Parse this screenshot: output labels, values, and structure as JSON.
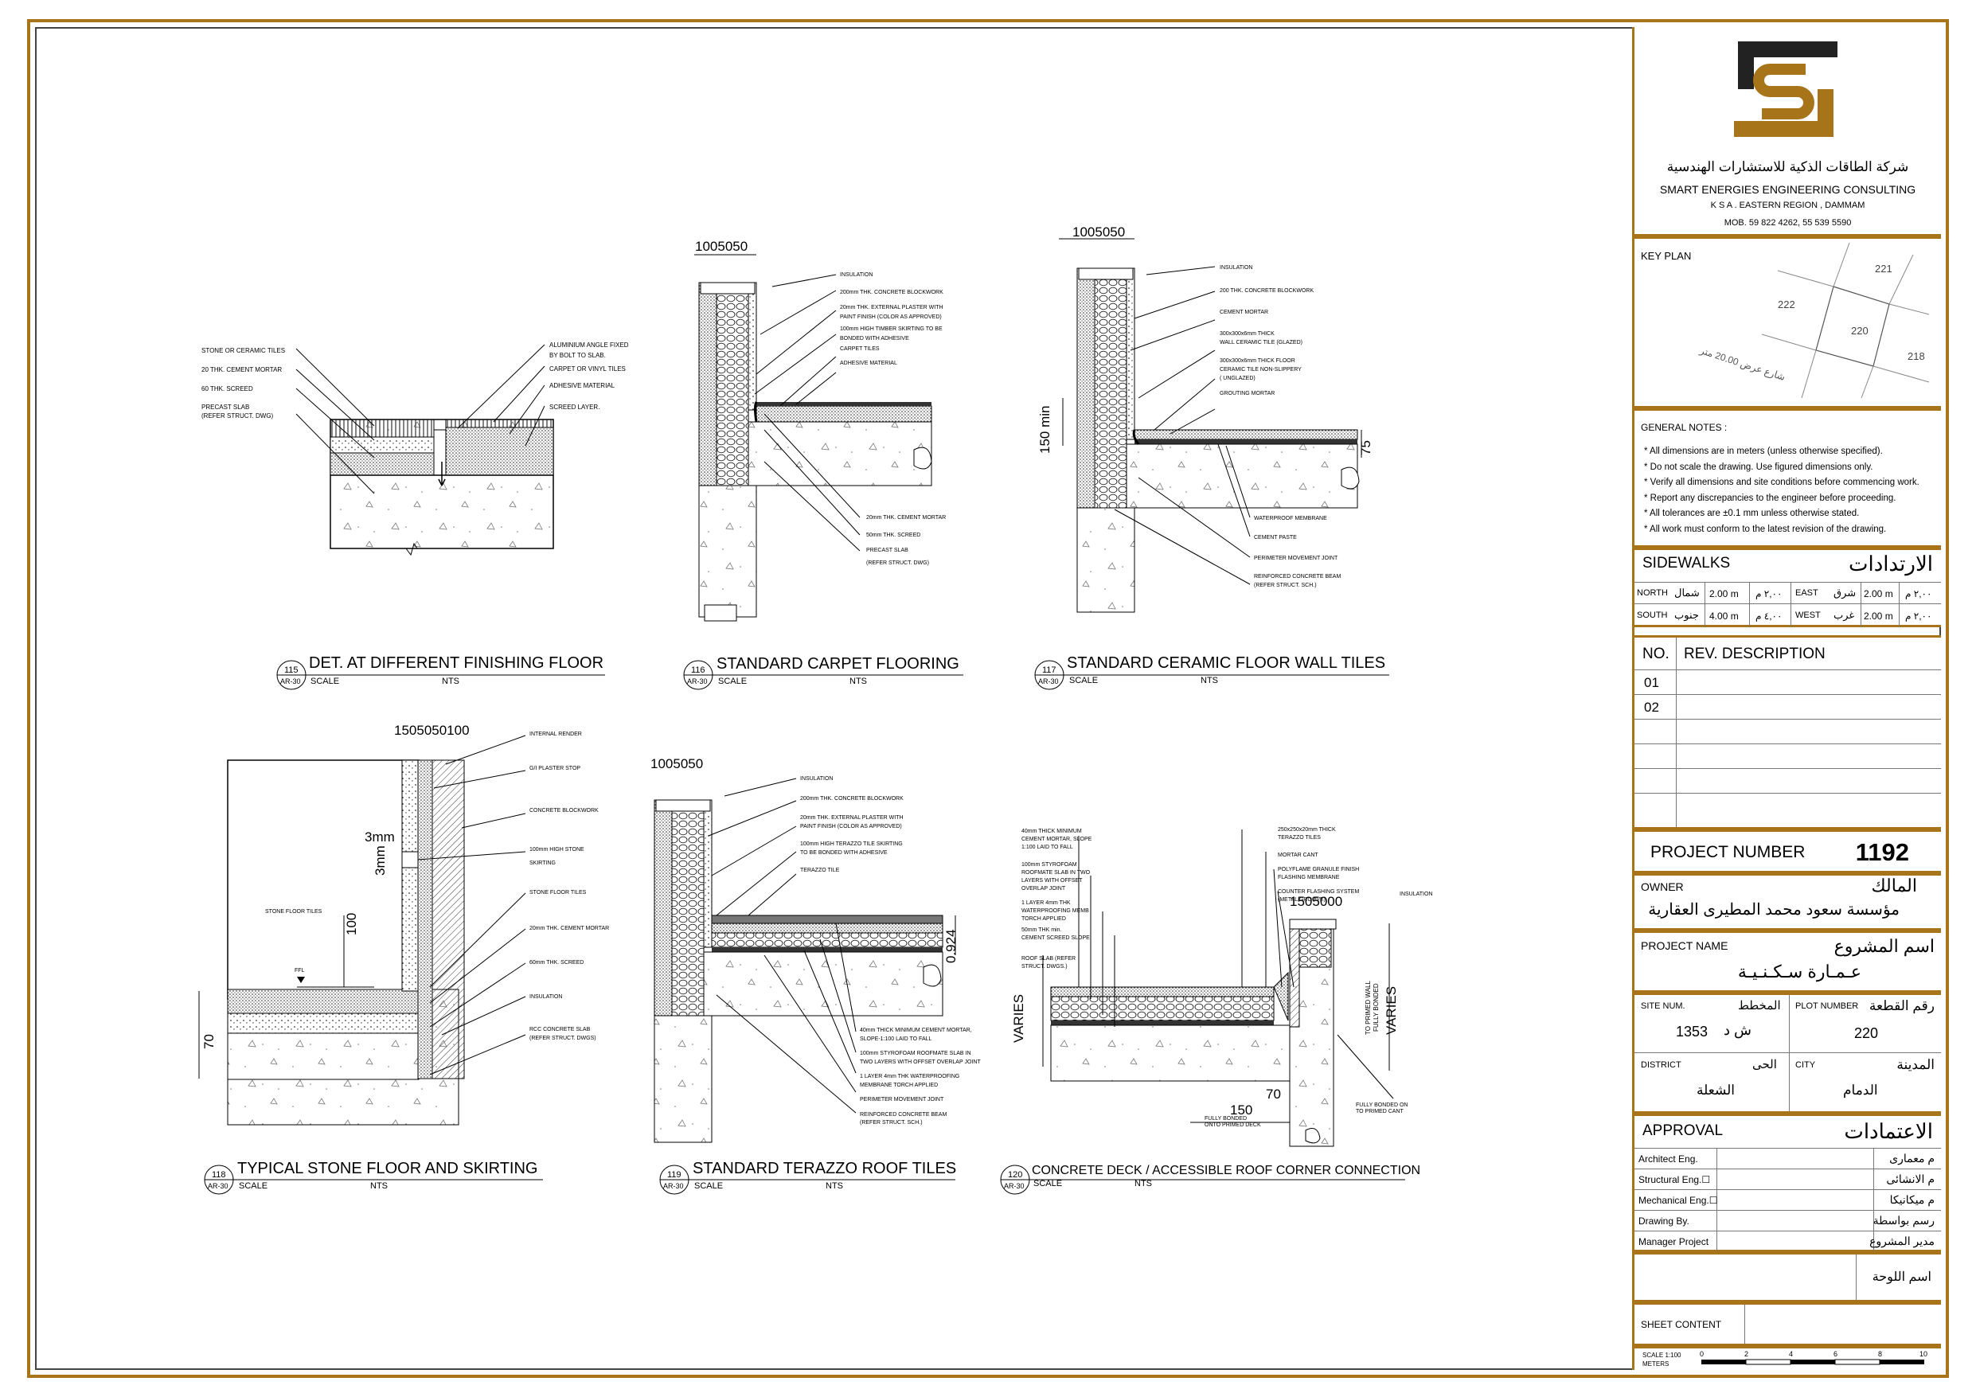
{
  "company": {
    "name_ar": "شركة الطاقات الذكية للاستشارات الهندسية",
    "name_en": "SMART ENERGIES ENGINEERING CONSULTING",
    "address": "K S A . EASTERN REGION , DAMMAM",
    "mobile": "MOB. 59 822 4262, 55 539 5590"
  },
  "key_plan": {
    "label": "KEY PLAN",
    "plot": "220",
    "neighbors": [
      "221",
      "222",
      "218"
    ],
    "street": "شارع عرض 20.00 متر"
  },
  "general_notes": {
    "title": "GENERAL NOTES :",
    "items": [
      "All dimensions are in meters (unless otherwise specified).",
      "Do not scale the drawing. Use figured dimensions only.",
      "Verify all dimensions and site conditions before commencing work.",
      "Report any discrepancies to the engineer before proceeding.",
      "All tolerances are ±0.1 mm unless otherwise stated.",
      "All work must conform to the latest revision of the drawing."
    ]
  },
  "sidewalks": {
    "title_en": "SIDEWALKS",
    "title_ar": "الارتدادات",
    "rows": [
      {
        "dir_en": "NORTH",
        "dir_ar": "شمال",
        "m": "2.00 m",
        "m_ar": "٢,٠٠ م",
        "dir2_en": "EAST",
        "dir2_ar": "شرق",
        "m2": "2.00 m",
        "m2_ar": "٢,٠٠ م"
      },
      {
        "dir_en": "SOUTH",
        "dir_ar": "جنوب",
        "m": "4.00 m",
        "m_ar": "٤,٠٠ م",
        "dir2_en": "WEST",
        "dir2_ar": "غرب",
        "m2": "2.00 m",
        "m2_ar": "٢,٠٠ م"
      }
    ]
  },
  "revisions": {
    "col_no": "NO.",
    "col_desc": "REV. DESCRIPTION",
    "rows": [
      "01",
      "02",
      "",
      "",
      "",
      "",
      ""
    ]
  },
  "project_number": {
    "label": "PROJECT NUMBER",
    "value": "1192"
  },
  "owner": {
    "label": "OWNER",
    "label_ar": "المالك",
    "value": "مؤسسة سعود محمد المطيرى العقارية"
  },
  "project_name": {
    "label": "PROJECT NAME",
    "label_ar": "اسم المشروع",
    "value": "عـمـارة سـكـنـيـة"
  },
  "site": {
    "site_label": "SITE NUM.",
    "site_label_ar": "المخطط",
    "site_value": "1353",
    "site_value_ar": "ش د",
    "plot_label": "PLOT NUMBER",
    "plot_label_ar": "رقم القطعة",
    "plot_value": "220",
    "district_label": "DISTRICT",
    "district_label_ar": "الحى",
    "district_value": "الشعلة",
    "city_label": "CITY",
    "city_label_ar": "المدينة",
    "city_value": "الدمام"
  },
  "approval": {
    "title_en": "APPROVAL",
    "title_ar": "الاعتمادات",
    "rows": [
      {
        "en": "Architect Eng.",
        "ar": "م معمارى"
      },
      {
        "en": "Structural Eng.☐",
        "ar": "م الانشائى"
      },
      {
        "en": "Mechanical Eng.☐",
        "ar": "م ميكانيكا"
      },
      {
        "en": "Drawing By.",
        "ar": "رسم بواسطة"
      },
      {
        "en": "Manager Project",
        "ar": "مدير المشروع"
      }
    ],
    "sheet_name_ar": "اسم اللوحة",
    "sheet_content": "SHEET CONTENT"
  },
  "scale_bar": {
    "label": "SCALE 1:100",
    "unit": "METERS",
    "ticks": [
      "0",
      "2",
      "4",
      "6",
      "8",
      "10"
    ]
  },
  "details": [
    {
      "num": "115",
      "ref": "AR-30",
      "title": "DET. AT DIFFERENT FINISHING FLOOR",
      "scale": "SCALE",
      "nts": "NTS"
    },
    {
      "num": "116",
      "ref": "AR-30",
      "title": "STANDARD CARPET FLOORING",
      "scale": "SCALE",
      "nts": "NTS"
    },
    {
      "num": "117",
      "ref": "AR-30",
      "title": "STANDARD CERAMIC FLOOR WALL TILES",
      "scale": "SCALE",
      "nts": "NTS"
    },
    {
      "num": "118",
      "ref": "AR-30",
      "title": "TYPICAL  STONE FLOOR AND SKIRTING",
      "scale": "SCALE",
      "nts": "NTS"
    },
    {
      "num": "119",
      "ref": "AR-30",
      "title": "STANDARD TERAZZO ROOF TILES",
      "scale": "SCALE",
      "nts": "NTS"
    },
    {
      "num": "120",
      "ref": "AR-30",
      "title": "CONCRETE DECK / ACCESSIBLE ROOF CORNER CONNECTION",
      "scale": "SCALE",
      "nts": "NTS"
    }
  ],
  "labels": {
    "d115_left": [
      "STONE OR CERAMIC TILES",
      "20 THK. CEMENT MORTAR",
      "60 THK. SCREED",
      "PRECAST SLAB",
      "(REFER STRUCT. DWG)"
    ],
    "d115_right": [
      "ALUMINIUM ANGLE FIXED",
      "BY BOLT TO SLAB.",
      "CARPET OR VINYL TILES",
      "ADHESIVE MATERIAL",
      "SCREED LAYER."
    ],
    "d116": [
      "INSULATION",
      "200mm THK. CONCRETE BLOCKWORK",
      "20mm THK. EXTERNAL PLASTER WITH",
      "PAINT FINISH (COLOR AS APPROVED)",
      "100mm HIGH TIMBER SKIRTING TO BE",
      "BONDED WITH ADHESIVE",
      "CARPET TILES",
      "ADHESIVE MATERIAL",
      "20mm THK. CEMENT MORTAR",
      "50mm THK. SCREED",
      "PRECAST SLAB",
      "(REFER STRUCT. DWG)"
    ],
    "d116_dims": "1005050",
    "d117": [
      "INSULATION",
      "200 THK. CONCRETE BLOCKWORK",
      "CEMENT MORTAR",
      "300x300x6mm THICK",
      "WALL CERAMIC TILE (GLAZED)",
      "300x300x6mm THICK FLOOR",
      "CERAMIC TILE NON-SLIPPERY",
      "( UNGLAZED)",
      "GROUTING MORTAR",
      "WATERPROOF MEMBRANE",
      "CEMENT PASTE",
      "PERIMETER MOVEMENT JOINT",
      "REINFORCED CONCRETE BEAM",
      "(REFER STRUCT. SCH.)"
    ],
    "d117_dims": [
      "1005050",
      "150 min",
      "75"
    ],
    "d118": [
      "INTERNAL RENDER",
      "G/I PLASTER STOP",
      "CONCRETE BLOCKWORK",
      "100mm HIGH STONE",
      "SKIRTING",
      "STONE FLOOR TILES",
      "20mm THK. CEMENT MORTAR",
      "60mm THK. SCREED",
      "INSULATION",
      "RCC CONCRETE SLAB",
      "(REFER STRUCT. DWGS)",
      "STONE FLOOR TILES",
      "FFL"
    ],
    "d118_dims": [
      "1505050100",
      "3mm",
      "3mm",
      "100",
      "70"
    ],
    "d119": [
      "INSULATION",
      "200mm THK. CONCRETE BLOCKWORK",
      "20mm THK. EXTERNAL PLASTER WITH",
      "PAINT FINISH (COLOR AS APPROVED)",
      "100mm HIGH TERAZZO TILE SKIRTING",
      "TO BE BONDED WITH ADHESIVE",
      "TERAZZO TILE",
      "40mm THICK MINIMUM CEMENT MORTAR,",
      "SLOPE-1:100 LAID TO FALL",
      "100mm STYROFOAM ROOFMATE SLAB IN",
      "TWO LAYERS WITH OFFSET OVERLAP JOINT",
      "1 LAYER 4mm THK WATERPROOFING",
      "MEMBRANE TORCH APPLIED",
      "PERIMETER MOVEMENT JOINT",
      "REINFORCED CONCRETE BEAM",
      "(REFER STRUCT. SCH.)"
    ],
    "d119_dims": [
      "1005050",
      "0.924"
    ],
    "d120_left": [
      "40mm THICK MINIMUM",
      "CEMENT MORTAR, SLOPE",
      "1:100 LAID TO FALL",
      "100mm STYROFOAM",
      "ROOFMATE SLAB IN TWO",
      "LAYERS WITH OFFSET",
      "OVERLAP JOINT",
      "1 LAYER 4mm THK",
      "WATERPROOFING MEMB",
      "TORCH APPLIED",
      "50mm THK min.",
      "CEMENT SCREED SLOPE",
      "ROOF SLAB (REFER",
      "STRUCT. DWGS.)"
    ],
    "d120_right": [
      "250x250x20mm THICK",
      "TERAZZO TILES",
      "MORTAR CANT",
      "POLYFLAME GRANULE FINISH",
      "FLASHING MEMBRANE",
      "COUNTER FLASHING SYSTEM",
      "(METAL GROOVE)",
      "INSULATION",
      "TO PRIMED WALL",
      "FULLY BONDED",
      "VARIES",
      "VARIES",
      "FULLY BONDED",
      "ONTO PRIMED DECK",
      "FULLY BONDED ON",
      "TO PRIMED CANT"
    ],
    "d120_dims": [
      "1505000",
      "150",
      "70"
    ]
  }
}
